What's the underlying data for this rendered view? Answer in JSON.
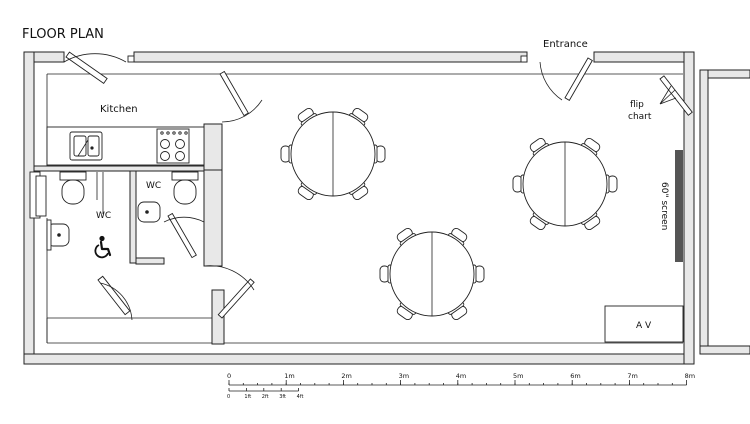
{
  "title": "FLOOR PLAN",
  "rooms": {
    "entrance": "Entrance",
    "kitchen": "Kitchen",
    "wc_accessible": "WC",
    "wc_small": "WC",
    "flip_chart_line1": "flip",
    "flip_chart_line2": "chart",
    "screen": "60\" screen",
    "av": "A V"
  },
  "icons": {
    "accessible": "wheelchair-icon"
  },
  "scale": {
    "meters": [
      "0",
      "1m",
      "2m",
      "3m",
      "4m",
      "5m",
      "6m",
      "7m",
      "8m"
    ],
    "feet": [
      "0",
      "1ft",
      "2ft",
      "3ft",
      "4ft"
    ]
  },
  "colors": {
    "wall_fill": "#e8e8e8",
    "line": "#222222",
    "screen": "#555555"
  }
}
